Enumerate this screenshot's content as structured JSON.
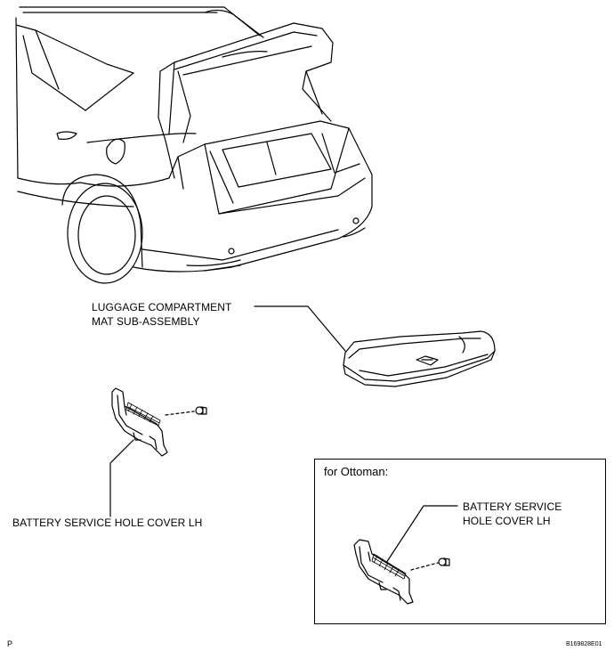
{
  "labels": {
    "mat_line1": "LUGGAGE COMPARTMENT",
    "mat_line2": "MAT SUB-ASSEMBLY",
    "cover_lh": "BATTERY SERVICE HOLE COVER LH",
    "inset_title": "for Ottoman:",
    "inset_line1": "BATTERY SERVICE",
    "inset_line2": "HOLE COVER LH",
    "corner_letter": "P",
    "figure_code": "B169828E01"
  }
}
